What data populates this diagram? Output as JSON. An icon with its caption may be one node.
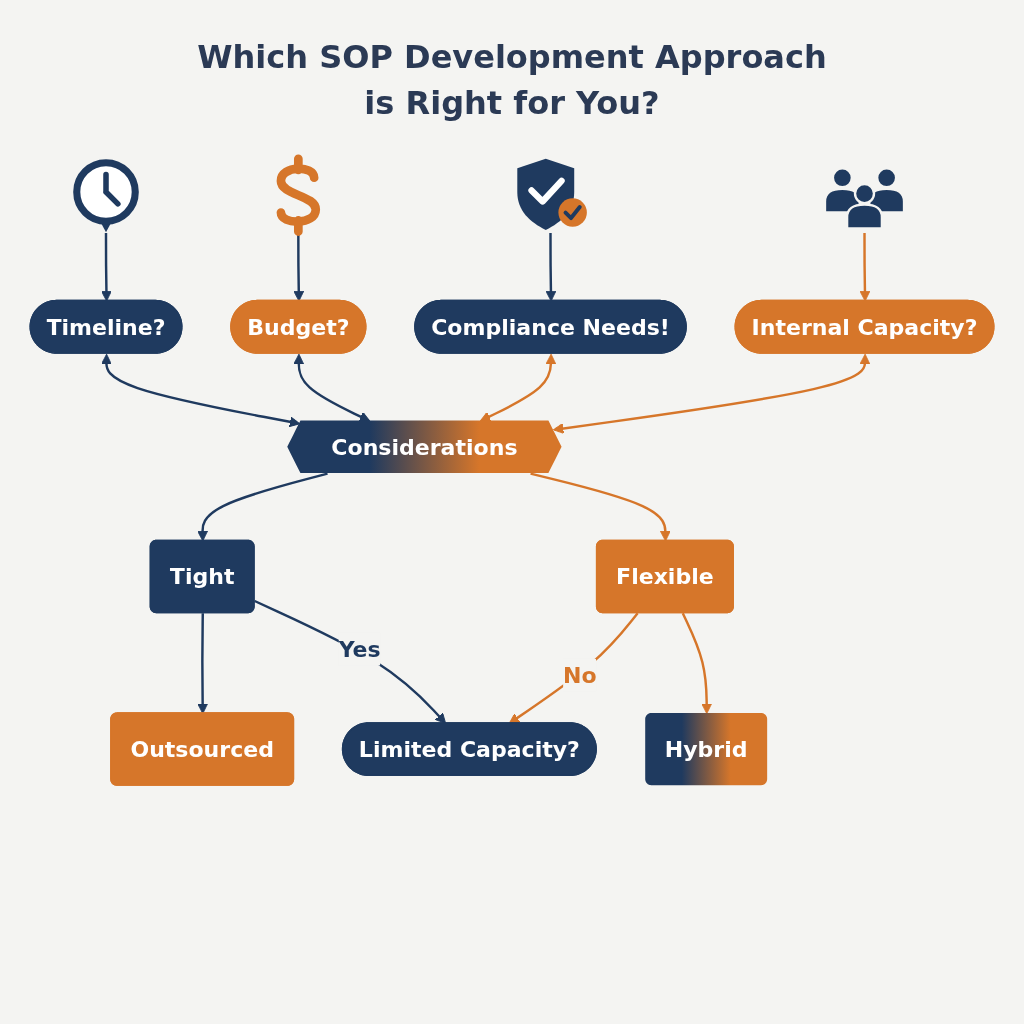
{
  "diagram": {
    "title": "Which SOP Development Approach is Right for You?",
    "nodes": [
      {
        "text": [],
        "shape": "picture"
      },
      {
        "text": [],
        "shape": "picture"
      },
      {
        "text": [],
        "shape": "picture"
      },
      {
        "text": [],
        "shape": "picture"
      },
      {
        "text": [
          "Timeline?"
        ]
      },
      {
        "text": [
          "Budget?"
        ]
      },
      {
        "text": [
          "Compliance Needs!"
        ]
      },
      {
        "text": [
          "Internal Capacity?"
        ]
      },
      {
        "text": [
          "Considerations"
        ]
      },
      {
        "text": [
          "Tight"
        ]
      },
      {
        "text": [
          "Flexible"
        ]
      },
      {
        "text": [
          "Limited Capacity?"
        ]
      },
      {
        "text": [
          "Outsourced"
        ]
      },
      {
        "text": [
          "Hybrid"
        ]
      }
    ],
    "edges": [
      {
        "from": 0,
        "to": 4,
        "arrow": "to"
      },
      {
        "from": 1,
        "to": 5,
        "arrow": "to"
      },
      {
        "from": 2,
        "to": 6,
        "arrow": "to"
      },
      {
        "from": 3,
        "to": 7,
        "arrow": "to",
        "color": "#d6762a"
      },
      {
        "from": 4,
        "to": 8,
        "arrow": "both"
      },
      {
        "from": 5,
        "to": 8,
        "arrow": "both"
      },
      {
        "from": 6,
        "to": 8,
        "arrow": "both",
        "color": "#d6762a"
      },
      {
        "from": 7,
        "to": 8,
        "arrow": "both",
        "color": "#d6762a"
      },
      {
        "from": 8,
        "to": 9,
        "arrow": "to"
      },
      {
        "from": 8,
        "to": 10,
        "arrow": "to",
        "color": "#d6762a"
      },
      {
        "from": 9,
        "to": 12,
        "arrow": "to"
      },
      {
        "from": 10,
        "to": 13,
        "arrow": "to",
        "color": "#d6762a"
      },
      {
        "from": 9,
        "to": 11,
        "arrow": "to",
        "label": "Yes"
      },
      {
        "from": 10,
        "to": 11,
        "arrow": "to",
        "label": "No",
        "color": "#d6762a"
      }
    ]
  }
}
